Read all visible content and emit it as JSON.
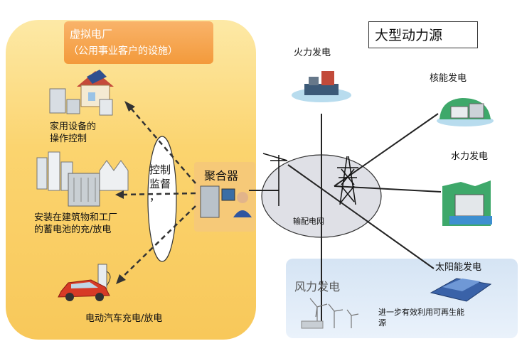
{
  "vpp": {
    "title": "虚拟电厂",
    "subtitle": "（公用事业客户的设施）",
    "home_label_1": "家用设备的",
    "home_label_2": "操作控制",
    "battery_label_1": "安装在建筑物和工厂",
    "battery_label_2": "的蓄电池的充/放电",
    "ev_label": "电动汽车充电/放电",
    "control_1": "控制",
    "control_2": "监督",
    "control_3": "，"
  },
  "aggregator": {
    "label": "聚合器"
  },
  "grid": {
    "label": "输配电网"
  },
  "large_sources": {
    "title": "大型动力源",
    "thermal": "火力发电",
    "nuclear": "核能发电",
    "hydro": "水力发电",
    "solar": "太阳能发电"
  },
  "wind": {
    "label": "风力发电",
    "note_1": "进一步有效利用可再生能",
    "note_2": "源"
  },
  "colors": {
    "panel_orange": "#f8c85a",
    "title_orange": "#f39a3b",
    "grid_fill": "#dfe0e6",
    "wind_blue": "#d5e4f4"
  }
}
